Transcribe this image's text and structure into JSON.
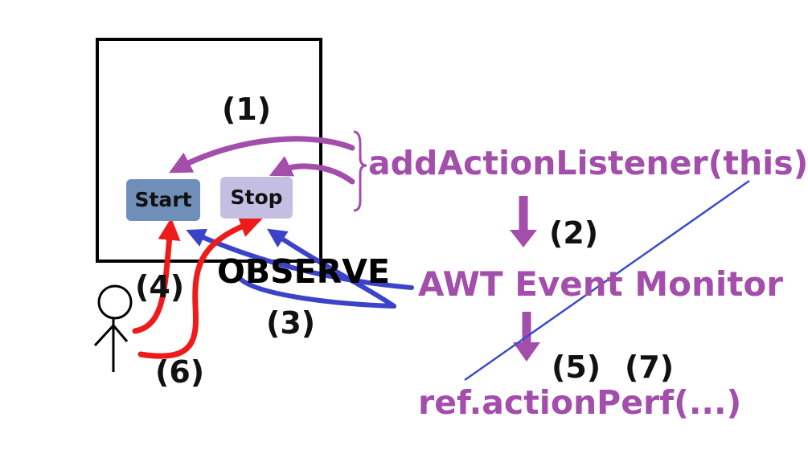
{
  "window": {
    "buttons": {
      "start_label": "Start",
      "stop_label": "Stop"
    }
  },
  "labels": {
    "observe": "OBSERVE",
    "add_listener": "addActionListener(this);",
    "awt_monitor": "AWT Event Monitor",
    "action_performed": "ref.actionPerf(...)"
  },
  "steps": {
    "s1": "(1)",
    "s2": "(2)",
    "s3": "(3)",
    "s4": "(4)",
    "s5": "(5)",
    "s6": "(6)",
    "s7": "(7)"
  },
  "colors": {
    "register_arrows": "#a34eab",
    "observe_arrows": "#3b43c9",
    "user_click_arrows": "#ee1b1b",
    "strike_line": "#3b4bc9",
    "start_button": "#6f8fb8",
    "stop_button": "#c5bee3"
  }
}
